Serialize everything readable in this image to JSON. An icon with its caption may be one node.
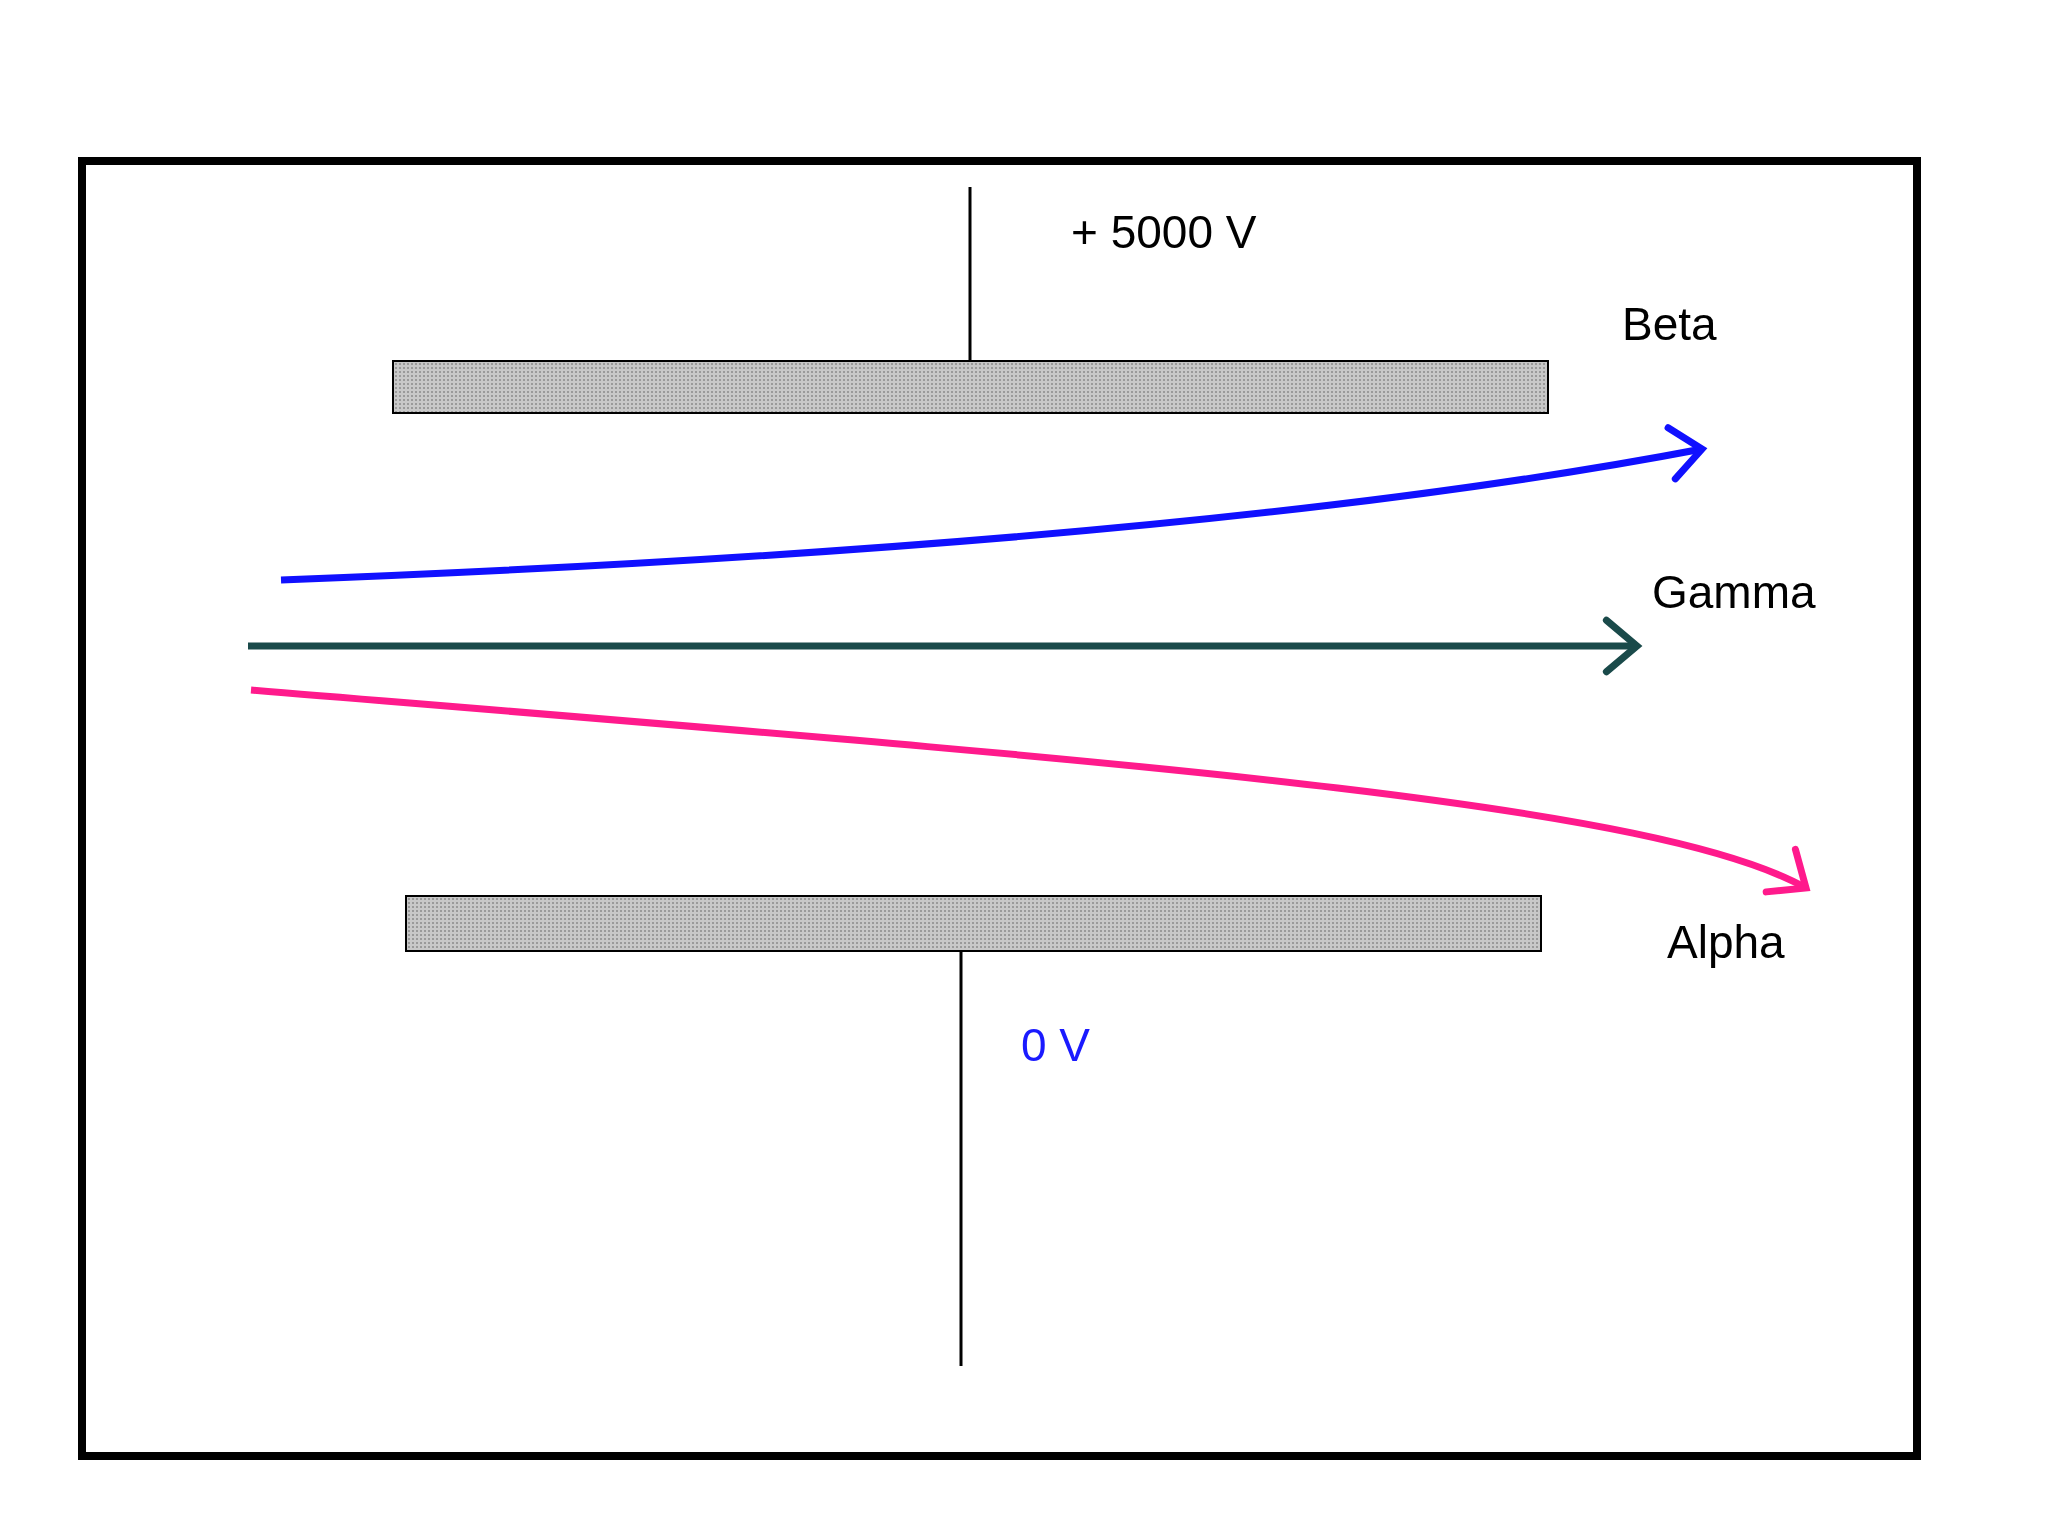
{
  "diagram": {
    "nodes": [
      {
        "text": [],
        "shape": "bar"
      },
      {
        "text": [],
        "shape": "bar"
      }
    ],
    "edges": [
      {
        "from": 0,
        "to": null,
        "arrow": "none"
      },
      {
        "from": 1,
        "to": null,
        "arrow": "none"
      }
    ],
    "labels": [
      "+ 5000 V",
      "Beta",
      "Gamma",
      "Alpha",
      "0 V"
    ]
  }
}
